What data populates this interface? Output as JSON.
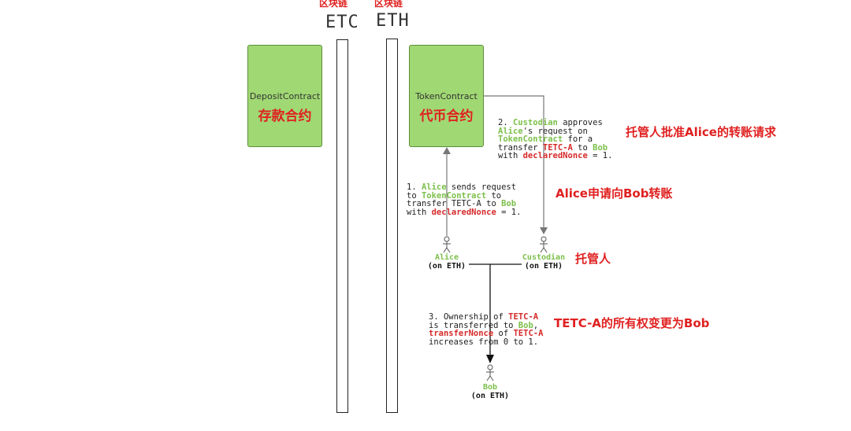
{
  "chains": [
    {
      "cn": "区块链",
      "name": "ETC"
    },
    {
      "cn": "区块链",
      "name": "ETH"
    }
  ],
  "contracts": {
    "deposit": {
      "en": "DepositContract",
      "cn": "存款合约"
    },
    "token": {
      "en": "TokenContract",
      "cn": "代币合约"
    }
  },
  "steps": {
    "s1": [
      {
        "t": "1. ",
        "c": ""
      },
      {
        "t": "Alice",
        "c": "g"
      },
      {
        "t": " sends request\nto ",
        "c": ""
      },
      {
        "t": "TokenContract",
        "c": "g"
      },
      {
        "t": " to\ntransfer TETC-A to ",
        "c": ""
      },
      {
        "t": "Bob",
        "c": "g"
      },
      {
        "t": "\nwith ",
        "c": ""
      },
      {
        "t": "declaredNonce",
        "c": "r"
      },
      {
        "t": " = 1.",
        "c": ""
      }
    ],
    "s2": [
      {
        "t": "2. ",
        "c": ""
      },
      {
        "t": "Custodian",
        "c": "g"
      },
      {
        "t": " approves\n",
        "c": ""
      },
      {
        "t": "Alice",
        "c": "g"
      },
      {
        "t": "'s request on\n",
        "c": ""
      },
      {
        "t": "TokenContract",
        "c": "g"
      },
      {
        "t": " for a\ntransfer ",
        "c": ""
      },
      {
        "t": "TETC-A",
        "c": "r"
      },
      {
        "t": " to ",
        "c": ""
      },
      {
        "t": "Bob",
        "c": "g"
      },
      {
        "t": "\nwith ",
        "c": ""
      },
      {
        "t": "declaredNonce",
        "c": "r"
      },
      {
        "t": " = 1.",
        "c": ""
      }
    ],
    "s3": [
      {
        "t": "3. Ownership of ",
        "c": ""
      },
      {
        "t": "TETC-A",
        "c": "r"
      },
      {
        "t": "\nis transferred to ",
        "c": ""
      },
      {
        "t": "Bob",
        "c": "g"
      },
      {
        "t": ",\n",
        "c": ""
      },
      {
        "t": "transferNonce",
        "c": "r"
      },
      {
        "t": " of ",
        "c": ""
      },
      {
        "t": "TETC-A",
        "c": "r"
      },
      {
        "t": "\nincreases from 0 to 1.",
        "c": ""
      }
    ]
  },
  "notes": {
    "custodian_approves": "托管人批准Alice的转账请求",
    "alice_request": "Alice申请向Bob转账",
    "custodian": "托管人",
    "ownership": "TETC-A的所有权变更为Bob"
  },
  "actors": {
    "alice": {
      "name": "Alice",
      "sub": "(on ETH)"
    },
    "custodian": {
      "name": "Custodian",
      "sub": "(on ETH)"
    },
    "bob": {
      "name": "Bob",
      "sub": "(on ETH)"
    }
  },
  "colors": {
    "green_box": "#a0d873",
    "green_text": "#7cc04a",
    "red": "#e02020"
  }
}
